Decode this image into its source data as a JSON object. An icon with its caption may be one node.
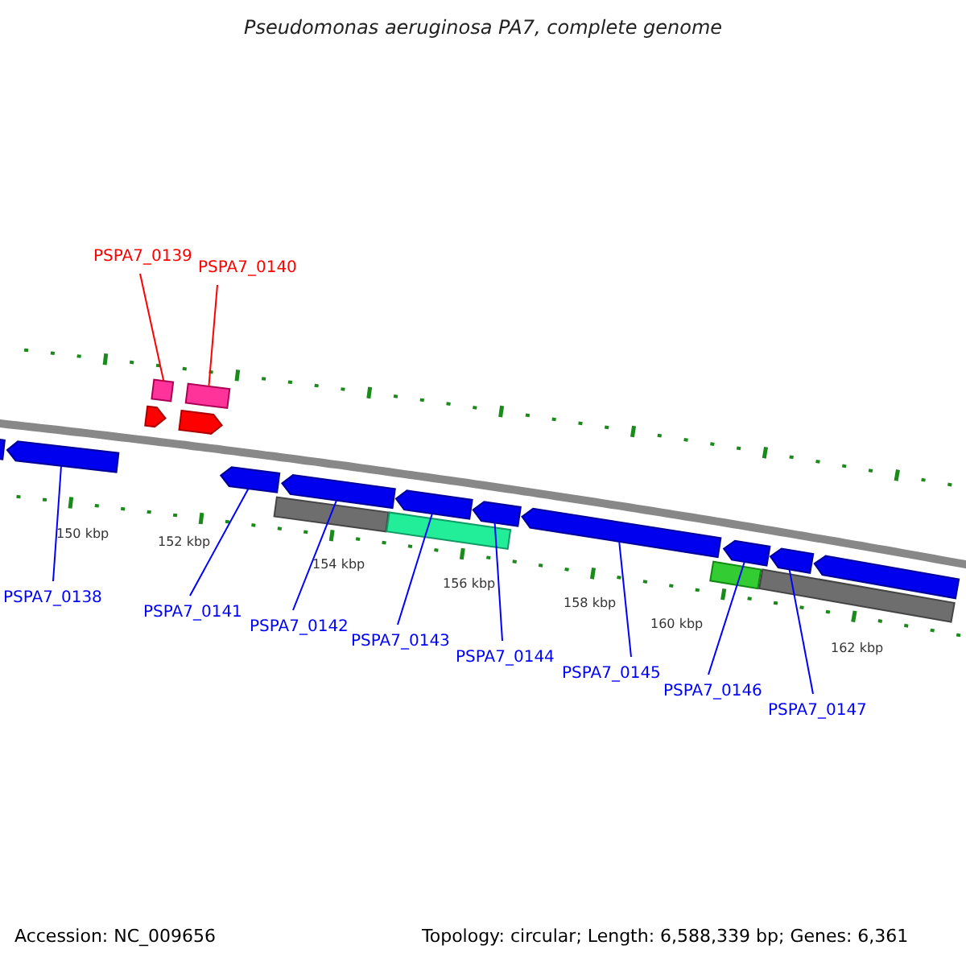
{
  "diagram": {
    "title": "Pseudomonas aeruginosa PA7, complete genome",
    "nodes": [
      {
        "text": [
          "PSPA7_0139"
        ]
      },
      {
        "text": [
          "PSPA7_0140"
        ]
      },
      {
        "text": [
          "PSPA7_0138"
        ]
      },
      {
        "text": [
          "PSPA7_0141"
        ]
      },
      {
        "text": [
          "PSPA7_0142"
        ]
      },
      {
        "text": [
          "PSPA7_0143"
        ]
      },
      {
        "text": [
          "PSPA7_0144"
        ]
      },
      {
        "text": [
          "PSPA7_0145"
        ]
      },
      {
        "text": [
          "PSPA7_0146"
        ]
      },
      {
        "text": [
          "PSPA7_0147"
        ]
      },
      {
        "text": [],
        "shape": "box"
      },
      {
        "text": [],
        "shape": "box"
      },
      {
        "text": [],
        "shape": "arrow"
      },
      {
        "text": [],
        "shape": "arrow"
      },
      {
        "text": [],
        "shape": "arrow"
      },
      {
        "text": [],
        "shape": "arrow"
      },
      {
        "text": [],
        "shape": "arrow"
      },
      {
        "text": [],
        "shape": "arrow"
      },
      {
        "text": [],
        "shape": "arrow"
      },
      {
        "text": [],
        "shape": "arrow"
      },
      {
        "text": [],
        "shape": "arrow"
      },
      {
        "text": [],
        "shape": "arrow"
      },
      {
        "text": [],
        "shape": "arrow"
      },
      {
        "text": [],
        "shape": "arrow"
      },
      {
        "text": [],
        "shape": "bar"
      },
      {
        "text": [],
        "shape": "bar"
      },
      {
        "text": [],
        "shape": "bar"
      },
      {
        "text": [],
        "shape": "bar"
      }
    ],
    "edges": [
      {
        "from": 0,
        "to": 10,
        "arrow": "none",
        "color": "#ff0000"
      },
      {
        "from": 1,
        "to": 11,
        "arrow": "none",
        "color": "#ff0000"
      },
      {
        "from": 2,
        "to": 12,
        "arrow": "none"
      },
      {
        "from": 3,
        "to": 13,
        "arrow": "none"
      },
      {
        "from": 4,
        "to": 14,
        "arrow": "none"
      },
      {
        "from": 5,
        "to": 15,
        "arrow": "none"
      },
      {
        "from": 6,
        "to": 16,
        "arrow": "none"
      },
      {
        "from": 7,
        "to": 17,
        "arrow": "none"
      },
      {
        "from": 8,
        "to": 18,
        "arrow": "none"
      },
      {
        "from": 9,
        "to": 19,
        "arrow": "none"
      }
    ],
    "labels": [
      "150 kbp",
      "152 kbp",
      "154 kbp",
      "156 kbp",
      "158 kbp",
      "160 kbp",
      "162 kbp",
      "Accession: NC_009656",
      "Topology: circular; Length: 6,588,339 bp; Genes: 6,361"
    ]
  }
}
